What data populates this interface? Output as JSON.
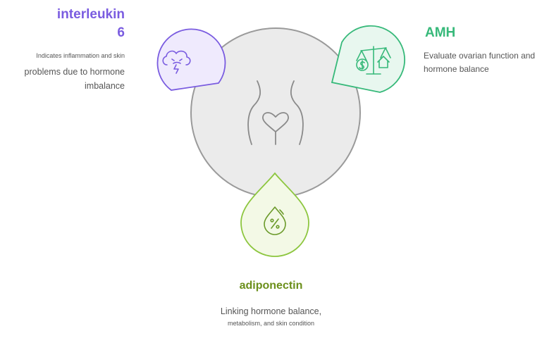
{
  "interleukin": {
    "title_line1": "interleukin",
    "title_line2": "6",
    "desc_small": "Indicates inflammation and skin",
    "desc": "problems due to hormone imbalance",
    "icon": "storm-cloud-icon",
    "color": "#7a5ce0",
    "fill": "#efeafd"
  },
  "amh": {
    "title": "AMH",
    "desc": "Evaluate ovarian function and hormone balance",
    "icon": "scale-dollar-house-icon",
    "color": "#37b97a",
    "fill": "#e8f7ef"
  },
  "adiponectin": {
    "title": "adiponectin",
    "desc_line1": "Linking hormone balance,",
    "desc_line2": "metabolism, and skin condition",
    "icon": "percent-drop-icon",
    "color": "#8dc63f",
    "fill": "#f3f9e6"
  },
  "center": {
    "icon": "torso-heart-icon",
    "fill": "#ebebeb"
  }
}
